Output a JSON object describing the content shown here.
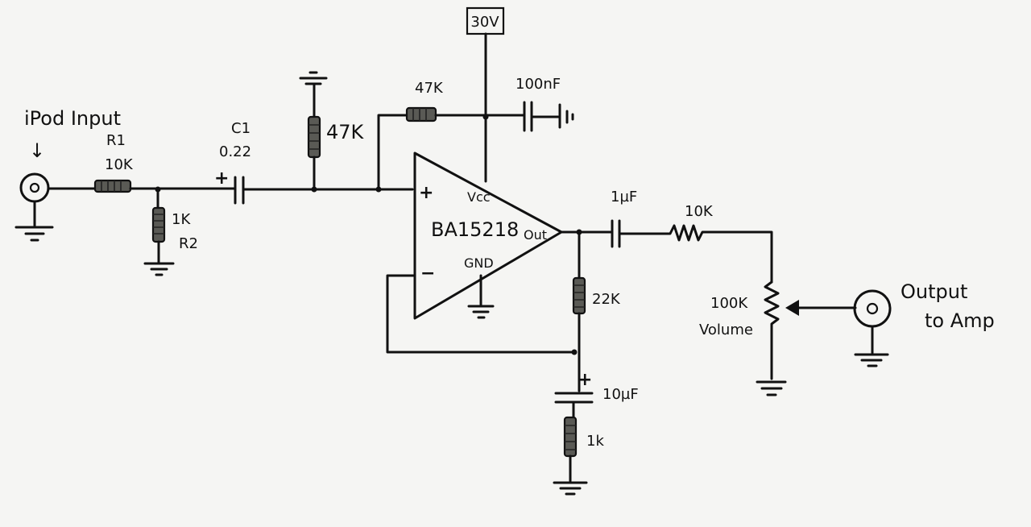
{
  "supply": "30V",
  "input": {
    "label": "iPod Input",
    "arrow": "↓"
  },
  "r1": {
    "name": "R1",
    "value": "10K"
  },
  "r2": {
    "value": "1K",
    "name": "R2"
  },
  "c1": {
    "name": "C1",
    "value": "0.22",
    "polarity": "+"
  },
  "bias_resistor": {
    "value": "47K"
  },
  "feedback_resistor": {
    "value": "47K"
  },
  "decoupling_cap": {
    "value": "100nF"
  },
  "opamp": {
    "part": "BA15218",
    "noninv": "+",
    "inv": "−",
    "vcc": "Vcc",
    "gnd": "GND",
    "out": "Out"
  },
  "output_cap": {
    "value": "1µF"
  },
  "output_resistor": {
    "value": "10K"
  },
  "gain_resistor": {
    "value": "22K"
  },
  "gain_cap": {
    "value": "10µF",
    "polarity": "+"
  },
  "gain_ground_resistor": {
    "value": "1k"
  },
  "volume_pot": {
    "value": "100K",
    "name": "Volume"
  },
  "output": {
    "line1": "Output",
    "line2": "to Amp"
  },
  "colors": {
    "ink": "#111111",
    "paper": "#f5f5f3",
    "resistor_fill": "#5a5a55"
  }
}
